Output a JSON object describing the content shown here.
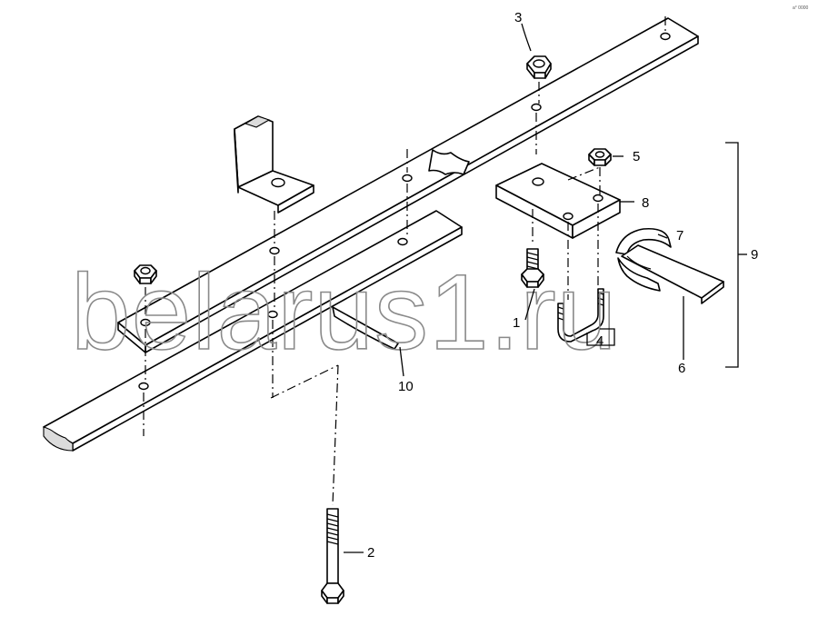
{
  "watermark": "belarus1.ru",
  "corner_mark": "a° 0000",
  "callouts": {
    "c1": "1",
    "c2": "2",
    "c3": "3",
    "c4": "4",
    "c5": "5",
    "c6": "6",
    "c7": "7",
    "c8": "8",
    "c9": "9",
    "c10": "10"
  },
  "colors": {
    "line": "#000000",
    "watermark": "#8a8a8a",
    "background": "#ffffff"
  }
}
